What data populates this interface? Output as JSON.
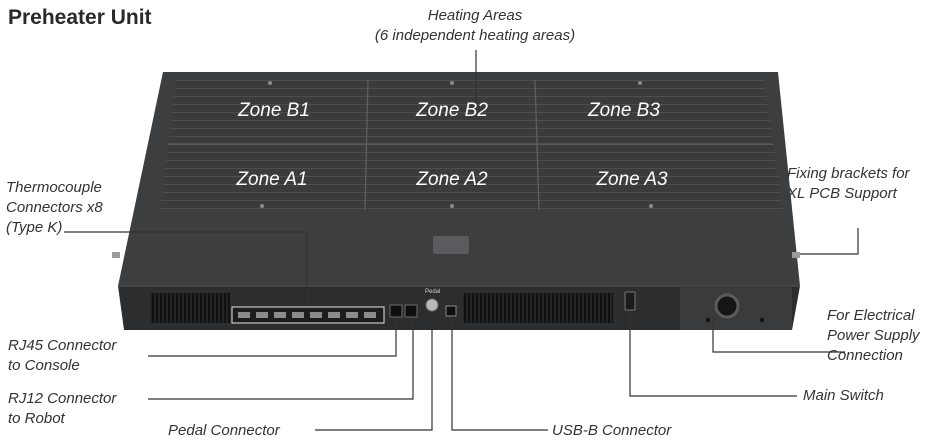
{
  "title": "Preheater Unit",
  "heating_areas": {
    "line1": "Heating Areas",
    "line2": "(6 independent heating areas)"
  },
  "zones": {
    "b1": "Zone B1",
    "b2": "Zone B2",
    "b3": "Zone B3",
    "a1": "Zone A1",
    "a2": "Zone A2",
    "a3": "Zone A3"
  },
  "callouts": {
    "thermocouple": {
      "line1": "Thermocouple",
      "line2": "Connectors x8",
      "line3": "(Type K)"
    },
    "rj45": {
      "line1": "RJ45 Connector",
      "line2": "to Console"
    },
    "rj12": {
      "line1": "RJ12 Connector",
      "line2": "to Robot"
    },
    "pedal": "Pedal Connector",
    "usb": "USB-B Connector",
    "fixing": {
      "line1": "Fixing brackets for",
      "line2": "XL PCB Support"
    },
    "power": {
      "line1": "For Electrical",
      "line2": "Power Supply",
      "line3": "Connection"
    },
    "switch": "Main Switch"
  },
  "panel_text": {
    "pedal_tag": "Pedal"
  },
  "colors": {
    "body": "#3d3e40",
    "front": "#2c2d2f",
    "grid": "#4a4b4d",
    "leader": "#333333"
  }
}
